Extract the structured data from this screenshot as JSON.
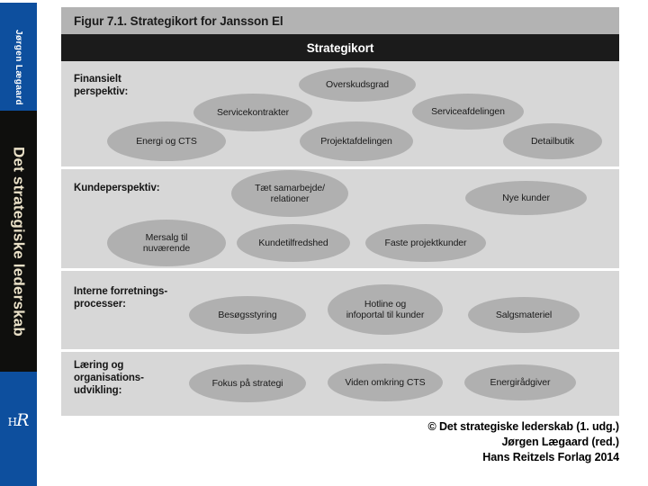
{
  "colors": {
    "spine_blue": "#0d4f9e",
    "spine_black": "#0f0f0d",
    "spine_title_cream": "#eae1c8",
    "title_bar_gray": "#b3b3b3",
    "header_black": "#1b1b1b",
    "panel_gray": "#d7d7d7",
    "node_gray": "#b0b0b0"
  },
  "spine": {
    "author": "Jørgen Lægaard",
    "book_title": "Det strategiske lederskab",
    "logo_h": "H",
    "logo_r": "R"
  },
  "figure": {
    "title": "Figur 7.1. Strategikort for Jansson El",
    "header": "Strategikort",
    "rows": [
      {
        "label": "Finansielt\nperspektiv:",
        "nodes": [
          "Overskudsgrad",
          "Servicekontrakter",
          "Serviceafdelingen",
          "Energi og CTS",
          "Projektafdelingen",
          "Detailbutik"
        ]
      },
      {
        "label": "Kundeperspektiv:",
        "nodes": [
          "Tæt samarbejde/\nrelationer",
          "Nye kunder",
          "Mersalg til\nnuværende",
          "Kundetilfredshed",
          "Faste projektkunder"
        ]
      },
      {
        "label": "Interne forretnings-\nprocesser:",
        "nodes": [
          "Besøgsstyring",
          "Hotline og\ninfoportal til kunder",
          "Salgsmateriel"
        ]
      },
      {
        "label": "Læring og\norganisations-\nudvikling:",
        "nodes": [
          "Fokus på strategi",
          "Viden omkring CTS",
          "Energirådgiver"
        ]
      }
    ]
  },
  "credits": {
    "lines": [
      "© Det strategiske lederskab (1. udg.)",
      "Jørgen Lægaard (red.)",
      "Hans Reitzels Forlag 2014"
    ]
  }
}
